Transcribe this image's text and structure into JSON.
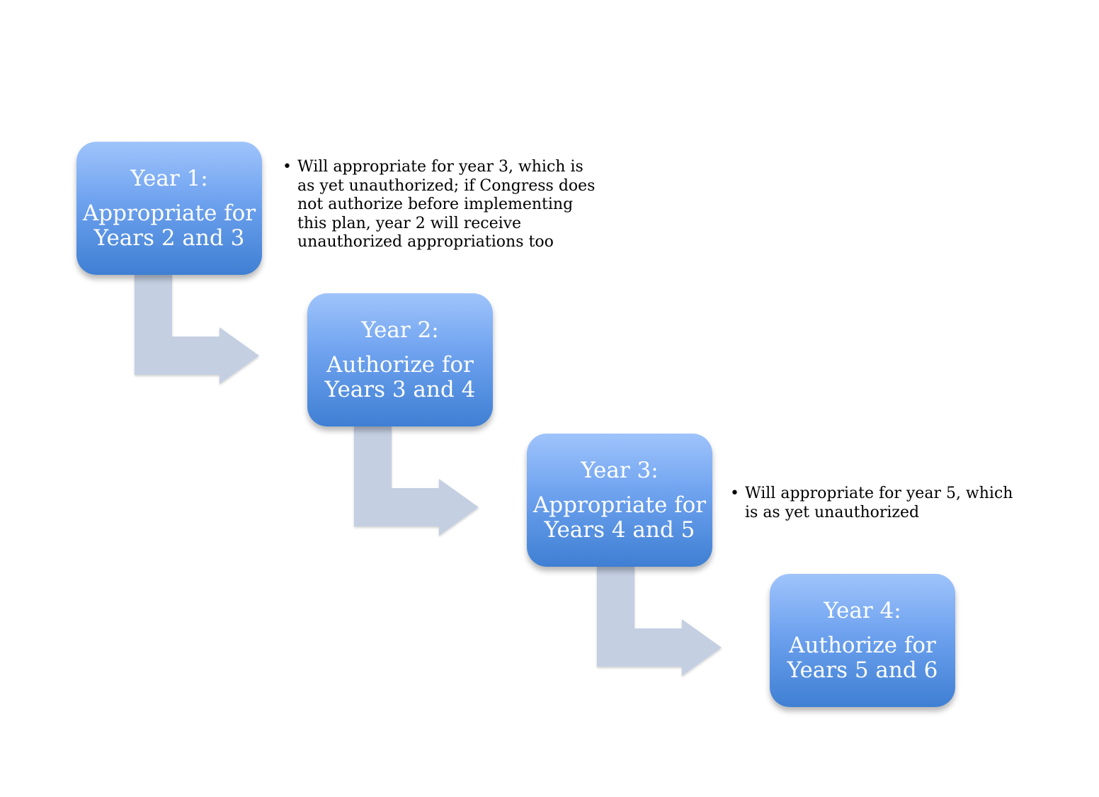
{
  "steps": [
    {
      "title": "Year 1:",
      "action": "Appropriate for Years 2 and 3"
    },
    {
      "title": "Year 2:",
      "action": "Authorize for Years 3 and 4"
    },
    {
      "title": "Year 3:",
      "action": "Appropriate for Years 4 and 5"
    },
    {
      "title": "Year 4:",
      "action": "Authorize for Years 5 and 6"
    }
  ],
  "notes": [
    {
      "text": "Will appropriate for year 3, which is as yet unauthorized; if Congress does not authorize before implementing this plan, year 2 will receive unauthorized appropriations too"
    },
    {
      "text": "Will appropriate for year 5, which is as yet unauthorized"
    }
  ],
  "colors": {
    "box_top": "#9fc4fb",
    "box_bottom": "#3f7fd3",
    "arrow": "#c4cfe2"
  },
  "icons": {
    "connector": "bent-arrow-icon",
    "bullet": "bullet-icon"
  }
}
